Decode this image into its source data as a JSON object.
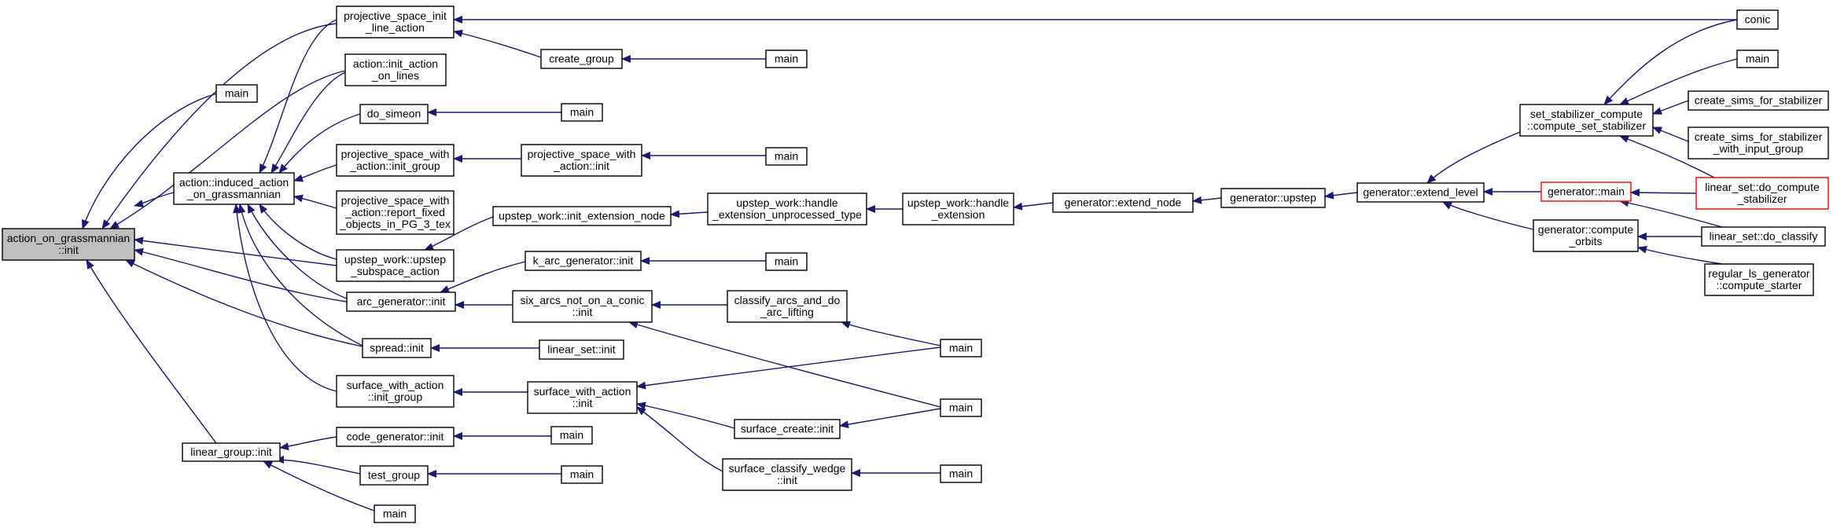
{
  "colors": {
    "edge": "#191970",
    "node_border": "#000000",
    "root_fill": "#bfbfbf",
    "highlight_border": "#ff0000"
  },
  "nodes": [
    {
      "id": "n0",
      "lines": [
        "action_on_grassmannian",
        "::init"
      ]
    },
    {
      "id": "n1",
      "lines": [
        "main"
      ]
    },
    {
      "id": "n2",
      "lines": [
        "action::induced_action",
        "_on_grassmannian"
      ]
    },
    {
      "id": "n3",
      "lines": [
        "linear_group::init"
      ]
    },
    {
      "id": "n4",
      "lines": [
        "projective_space_init",
        "_line_action"
      ]
    },
    {
      "id": "n5",
      "lines": [
        "action::init_action",
        "_on_lines"
      ]
    },
    {
      "id": "n6",
      "lines": [
        "do_simeon"
      ]
    },
    {
      "id": "n7",
      "lines": [
        "projective_space_with",
        "_action::init_group"
      ]
    },
    {
      "id": "n8",
      "lines": [
        "projective_space_with",
        "_action::report_fixed",
        "_objects_in_PG_3_tex"
      ]
    },
    {
      "id": "n9",
      "lines": [
        "upstep_work::upstep",
        "_subspace_action"
      ]
    },
    {
      "id": "n10",
      "lines": [
        "arc_generator::init"
      ]
    },
    {
      "id": "n11",
      "lines": [
        "spread::init"
      ]
    },
    {
      "id": "n12",
      "lines": [
        "surface_with_action",
        "::init_group"
      ]
    },
    {
      "id": "n13",
      "lines": [
        "code_generator::init"
      ]
    },
    {
      "id": "n14",
      "lines": [
        "test_group"
      ]
    },
    {
      "id": "n15",
      "lines": [
        "main"
      ]
    },
    {
      "id": "n16",
      "lines": [
        "create_group"
      ]
    },
    {
      "id": "n17",
      "lines": [
        "main"
      ]
    },
    {
      "id": "n18",
      "lines": [
        "main"
      ]
    },
    {
      "id": "n19",
      "lines": [
        "projective_space_with",
        "_action::init"
      ]
    },
    {
      "id": "n20",
      "lines": [
        "main"
      ]
    },
    {
      "id": "n21",
      "lines": [
        "upstep_work::init_extension_node"
      ]
    },
    {
      "id": "n22",
      "lines": [
        "upstep_work::handle",
        "_extension_unprocessed_type"
      ]
    },
    {
      "id": "n23",
      "lines": [
        "upstep_work::handle",
        "_extension"
      ]
    },
    {
      "id": "n24",
      "lines": [
        "generator::extend_node"
      ]
    },
    {
      "id": "n25",
      "lines": [
        "generator::upstep"
      ]
    },
    {
      "id": "n26",
      "lines": [
        "generator::extend_level"
      ]
    },
    {
      "id": "n27",
      "lines": [
        "k_arc_generator::init"
      ]
    },
    {
      "id": "n28",
      "lines": [
        "main"
      ]
    },
    {
      "id": "n29",
      "lines": [
        "six_arcs_not_on_a_conic",
        "::init"
      ]
    },
    {
      "id": "n30",
      "lines": [
        "classify_arcs_and_do",
        "_arc_lifting"
      ]
    },
    {
      "id": "n31",
      "lines": [
        "main"
      ]
    },
    {
      "id": "n32",
      "lines": [
        "linear_set::init"
      ]
    },
    {
      "id": "n33",
      "lines": [
        "surface_with_action",
        "::init"
      ]
    },
    {
      "id": "n34",
      "lines": [
        "main"
      ]
    },
    {
      "id": "n35",
      "lines": [
        "surface_create::init"
      ]
    },
    {
      "id": "n36",
      "lines": [
        "surface_classify_wedge",
        "::init"
      ]
    },
    {
      "id": "n37",
      "lines": [
        "main"
      ]
    },
    {
      "id": "n38",
      "lines": [
        "main"
      ]
    },
    {
      "id": "n39",
      "lines": [
        "main"
      ]
    },
    {
      "id": "n40",
      "lines": [
        "conic"
      ]
    },
    {
      "id": "n41",
      "lines": [
        "main"
      ]
    },
    {
      "id": "n42",
      "lines": [
        "set_stabilizer_compute",
        "::compute_set_stabilizer"
      ]
    },
    {
      "id": "n43",
      "lines": [
        "generator::main"
      ]
    },
    {
      "id": "n44",
      "lines": [
        "generator::compute",
        "_orbits"
      ]
    },
    {
      "id": "n45",
      "lines": [
        "create_sims_for_stabilizer"
      ]
    },
    {
      "id": "n46",
      "lines": [
        "create_sims_for_stabilizer",
        "_with_input_group"
      ]
    },
    {
      "id": "n47",
      "lines": [
        "linear_set::do_compute",
        "_stabilizer"
      ]
    },
    {
      "id": "n48",
      "lines": [
        "linear_set::do_classify"
      ]
    },
    {
      "id": "n49",
      "lines": [
        "regular_ls_generator",
        "::compute_starter"
      ]
    }
  ]
}
